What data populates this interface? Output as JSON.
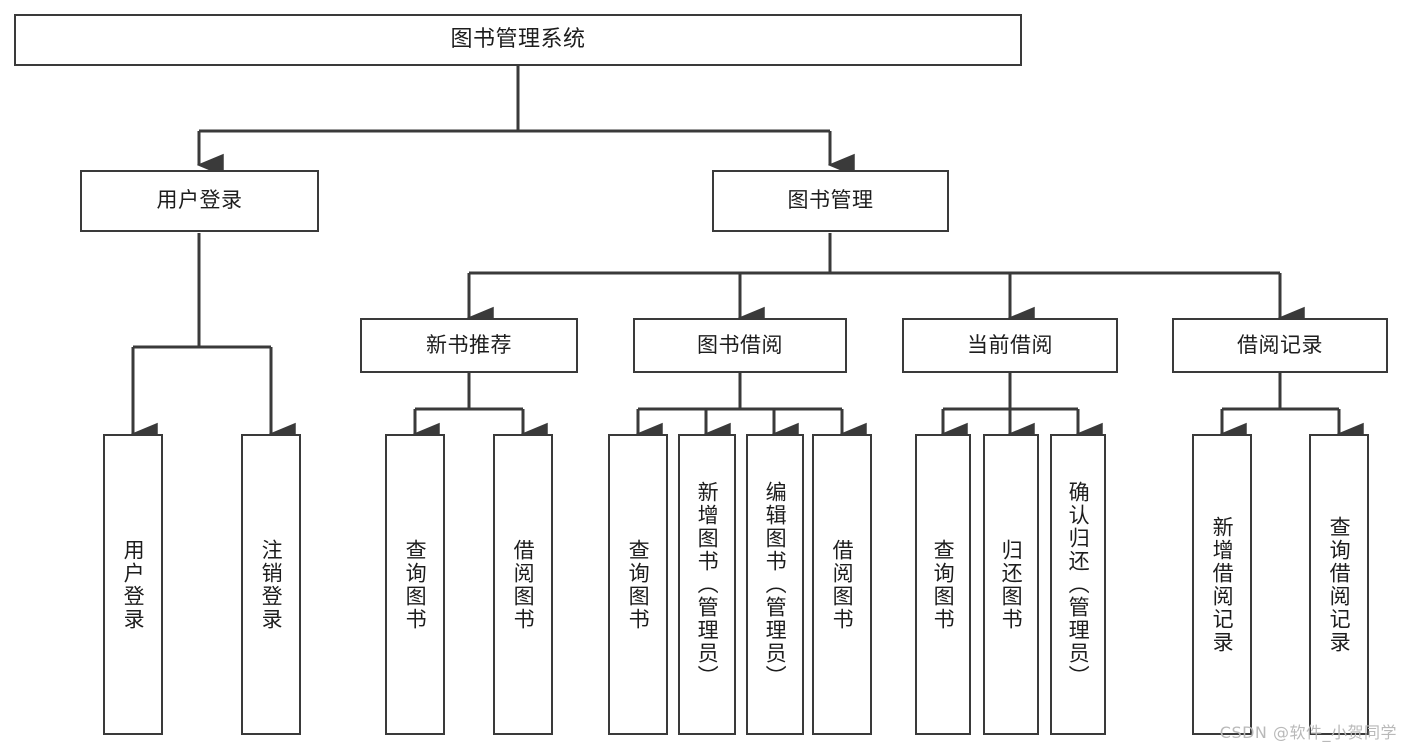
{
  "diagram": {
    "type": "tree-hierarchy",
    "title": "图书管理系统",
    "orientation": "top-down",
    "colors": {
      "box_border": "#3a3a3a",
      "box_fill": "#ffffff",
      "connector": "#3a3a3a",
      "text": "#1d1d1d",
      "watermark": "#b9b9b9",
      "background": "#ffffff"
    }
  },
  "watermark": "CSDN @软件_小贺同学",
  "nodes": {
    "root": {
      "label": "图书管理系统",
      "level": 0
    },
    "level1": [
      {
        "id": "user-login",
        "label": "用户登录"
      },
      {
        "id": "book-manage",
        "label": "图书管理"
      }
    ],
    "level2": [
      {
        "id": "new-book-recommend",
        "label": "新书推荐",
        "parent": "book-manage"
      },
      {
        "id": "book-borrow",
        "label": "图书借阅",
        "parent": "book-manage"
      },
      {
        "id": "current-borrow",
        "label": "当前借阅",
        "parent": "book-manage"
      },
      {
        "id": "borrow-record",
        "label": "借阅记录",
        "parent": "book-manage"
      }
    ],
    "leaves": [
      {
        "id": "leaf-user-login",
        "label": "用户登录",
        "parent": "user-login"
      },
      {
        "id": "leaf-user-logout",
        "label": "注销登录",
        "parent": "user-login"
      },
      {
        "id": "leaf-query-book-1",
        "label": "查询图书",
        "parent": "new-book-recommend"
      },
      {
        "id": "leaf-borrow-book-1",
        "label": "借阅图书",
        "parent": "new-book-recommend"
      },
      {
        "id": "leaf-query-book-2",
        "label": "查询图书",
        "parent": "book-borrow"
      },
      {
        "id": "leaf-add-book",
        "label": "新增图书（管理员）",
        "parent": "book-borrow"
      },
      {
        "id": "leaf-edit-book",
        "label": "编辑图书（管理员）",
        "parent": "book-borrow"
      },
      {
        "id": "leaf-borrow-book-2",
        "label": "借阅图书",
        "parent": "book-borrow"
      },
      {
        "id": "leaf-query-book-3",
        "label": "查询图书",
        "parent": "current-borrow"
      },
      {
        "id": "leaf-return-book",
        "label": "归还图书",
        "parent": "current-borrow"
      },
      {
        "id": "leaf-confirm-return",
        "label": "确认归还（管理员）",
        "parent": "current-borrow"
      },
      {
        "id": "leaf-add-record",
        "label": "新增借阅记录",
        "parent": "borrow-record"
      },
      {
        "id": "leaf-query-record",
        "label": "查询借阅记录",
        "parent": "borrow-record"
      }
    ]
  }
}
